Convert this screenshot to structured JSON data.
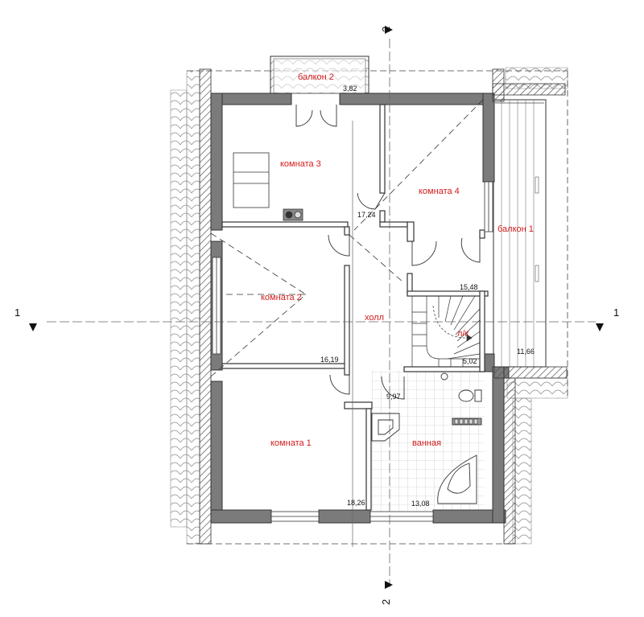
{
  "colors": {
    "wall": "#7b7b7b",
    "wall_outline": "#333333",
    "room_label": "#d21c1c",
    "axis_line": "#666666",
    "hatch": "#9a9a9a"
  },
  "axes": {
    "horizontal": {
      "left_label": "1",
      "right_label": "1"
    },
    "vertical": {
      "top_label": "2",
      "bottom_label": "2"
    }
  },
  "rooms": {
    "balcony_2": {
      "name": "балкон 2",
      "area": "3,82"
    },
    "room_3": {
      "name": "комната 3"
    },
    "room_4": {
      "name": "комната 4"
    },
    "balcony_1": {
      "name": "балкон 1",
      "area": "11,66"
    },
    "room_2": {
      "name": "комната 2",
      "area": "16,19"
    },
    "hall": {
      "name": "холл",
      "area": "17,24"
    },
    "stair": {
      "name": "л/к",
      "area": "5,02"
    },
    "closet": {
      "area": "15,48"
    },
    "room_1": {
      "name": "комната 1",
      "area": "18,26"
    },
    "bathroom": {
      "name": "ванная",
      "area": "13,08"
    },
    "wc": {
      "area": "9,97"
    }
  }
}
